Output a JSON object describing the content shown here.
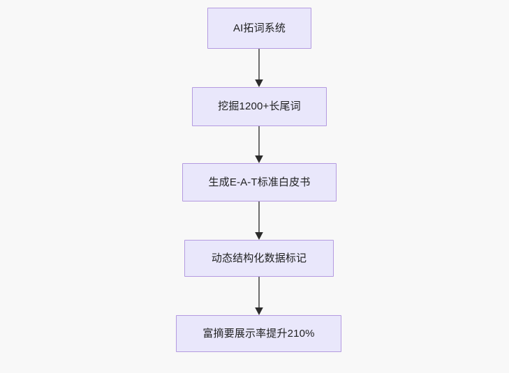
{
  "diagram": {
    "type": "flowchart",
    "orientation": "top-to-bottom",
    "background_color": "#f8f8f8",
    "node_fill_color": "#e9e7fb",
    "node_border_color": "#b49ae0",
    "node_text_color": "#1f2020",
    "edge_color": "#6e6e6e",
    "arrowhead_color": "#2b2b2b",
    "nodes": [
      {
        "id": "n1",
        "label": "AI拓词系统"
      },
      {
        "id": "n2",
        "label": "挖掘1200+长尾词"
      },
      {
        "id": "n3",
        "label": "生成E-A-T标准白皮书"
      },
      {
        "id": "n4",
        "label": "动态结构化数据标记"
      },
      {
        "id": "n5",
        "label": "富摘要展示率提升210%"
      }
    ],
    "edges": [
      {
        "from": "n1",
        "to": "n2"
      },
      {
        "from": "n2",
        "to": "n3"
      },
      {
        "from": "n3",
        "to": "n4"
      },
      {
        "from": "n4",
        "to": "n5"
      }
    ]
  }
}
